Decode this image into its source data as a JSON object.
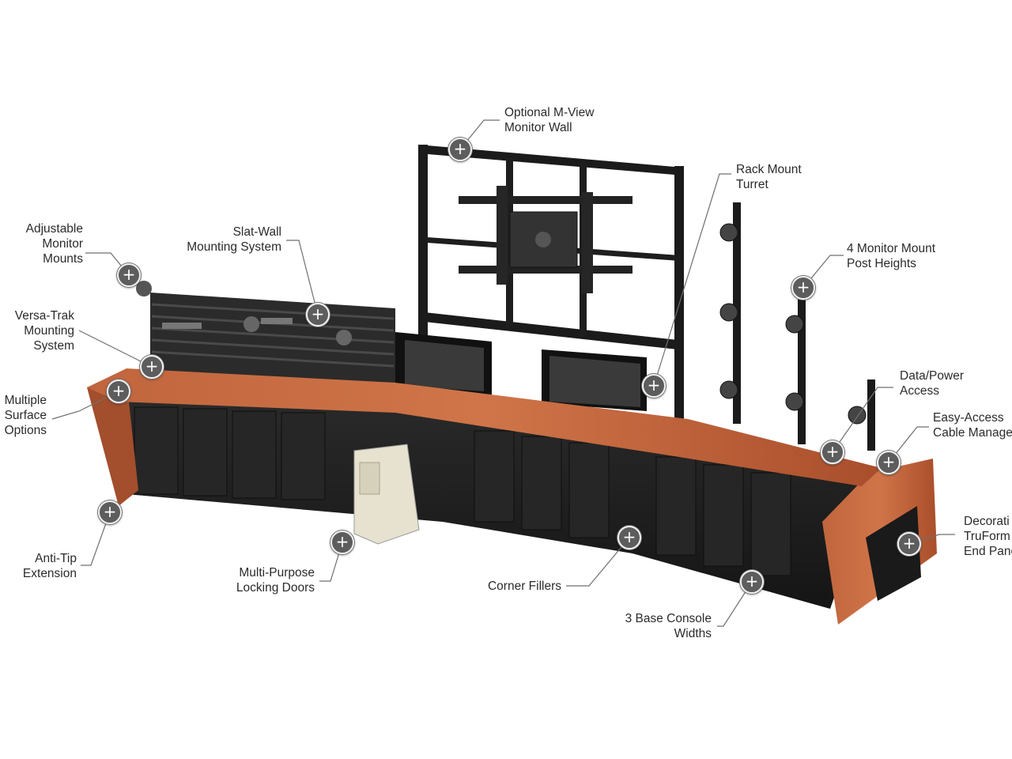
{
  "hotspot_symbol": "+",
  "features": [
    {
      "id": "m-view",
      "lines": [
        "Optional M-View",
        "Monitor Wall"
      ]
    },
    {
      "id": "rack-mount",
      "lines": [
        "Rack Mount",
        "Turret"
      ]
    },
    {
      "id": "adjustable-mounts",
      "lines": [
        "Adjustable",
        "Monitor",
        "Mounts"
      ]
    },
    {
      "id": "slat-wall",
      "lines": [
        "Slat-Wall",
        "Mounting System"
      ]
    },
    {
      "id": "post-heights",
      "lines": [
        "4 Monitor Mount",
        "Post Heights"
      ]
    },
    {
      "id": "versa-trak",
      "lines": [
        "Versa-Trak",
        "Mounting",
        "System"
      ]
    },
    {
      "id": "data-power",
      "lines": [
        "Data/Power",
        "Access"
      ]
    },
    {
      "id": "surface-options",
      "lines": [
        "Multiple",
        "Surface",
        "Options"
      ]
    },
    {
      "id": "cable-manage",
      "lines": [
        "Easy-Access",
        "Cable Manage"
      ]
    },
    {
      "id": "anti-tip",
      "lines": [
        "Anti-Tip",
        "Extension"
      ]
    },
    {
      "id": "end-panel",
      "lines": [
        "Decorati",
        "TruForm",
        "End Pane"
      ]
    },
    {
      "id": "locking-doors",
      "lines": [
        "Multi-Purpose",
        "Locking Doors"
      ]
    },
    {
      "id": "corner-fillers",
      "lines": [
        "Corner Fillers"
      ]
    },
    {
      "id": "console-widths",
      "lines": [
        "3 Base Console",
        "Widths"
      ]
    }
  ],
  "colors": {
    "wood": "#b85a34",
    "metal": "#1c1c1c",
    "hotspot": "#5d5d5d",
    "line": "#6f6f6f"
  }
}
